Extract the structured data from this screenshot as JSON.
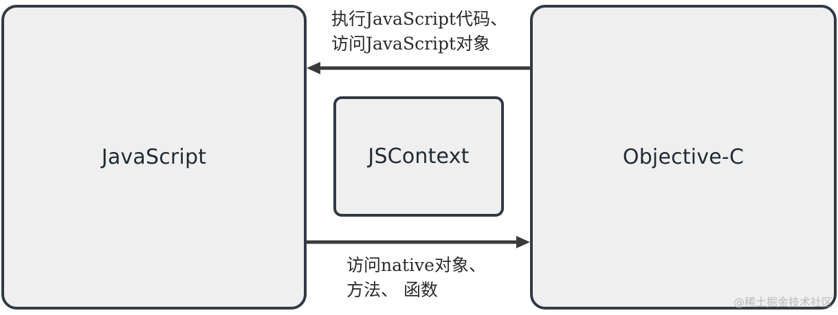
{
  "boxes": {
    "javascript": "JavaScript",
    "jscontext": "JSContext",
    "objective_c": "Objective-C"
  },
  "arrows": {
    "objc_to_js": {
      "lines": [
        "执行JavaScript代码、",
        "访问JavaScript对象"
      ]
    },
    "js_to_objc": {
      "lines": [
        "访问native对象、",
        "方法、 函数"
      ]
    }
  },
  "watermark": "@稀土掘金技术社区",
  "colors": {
    "box_fill": "#efefef",
    "box_border": "#2f3a45",
    "arrow": "#3a3a3a"
  }
}
